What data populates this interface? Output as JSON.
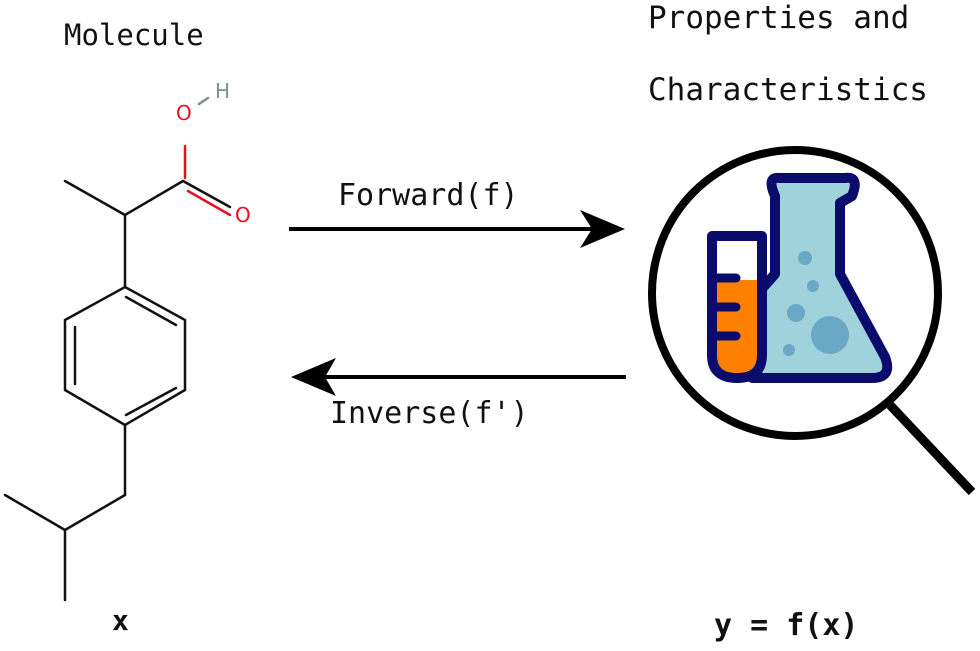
{
  "left": {
    "title": "Molecule",
    "variable": "x",
    "atoms": {
      "oxygen_hydroxyl": "O",
      "hydrogen": "H",
      "oxygen_carbonyl": "O"
    }
  },
  "right": {
    "title_line1": "Properties and",
    "title_line2": "Characteristics",
    "variable": "y = f(x)"
  },
  "arrows": {
    "forward": "Forward(f)",
    "inverse": "Inverse(f')"
  },
  "colors": {
    "bond": "#111111",
    "oxygen": "#e8101e",
    "hydrogen": "#7f9090",
    "icon_outline": "#0b0b6e",
    "flask_fill": "#9fd2da",
    "bubble": "#6aa9c6",
    "tube_liquid": "#ff8000"
  }
}
